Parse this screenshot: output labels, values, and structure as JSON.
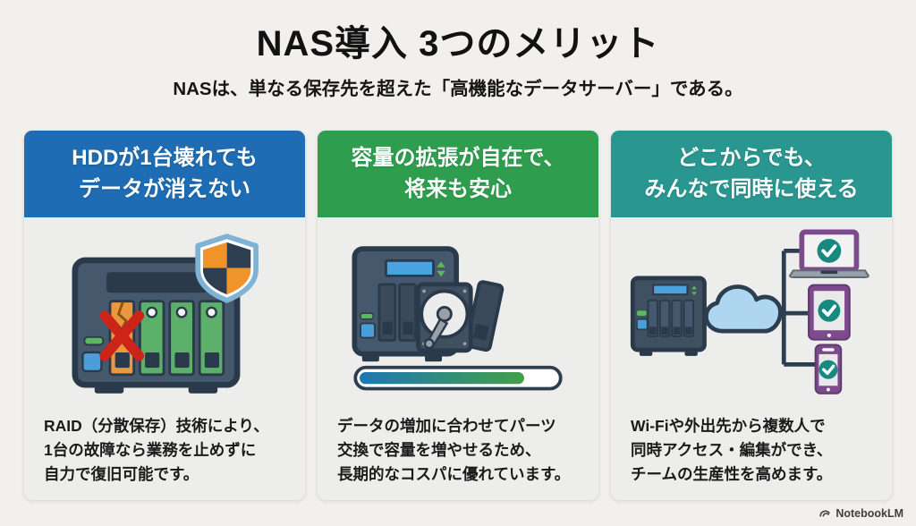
{
  "page": {
    "title": "NAS導入 3つのメリット",
    "subtitle": "NASは、単なる保存先を超えた「高機能なデータサーバー」である。",
    "footer_brand": "NotebookLM"
  },
  "colors": {
    "page_bg": "#f2f0ed",
    "card_bg": "#ededeb",
    "header_blue": "#1e6cb3",
    "header_green": "#2e9e4e",
    "header_teal": "#299690",
    "header_text": "#ffffff",
    "nas_body": "#46586b",
    "nas_dark": "#2a3a4a",
    "bay_green": "#5cb06a",
    "bay_orange": "#e9983f",
    "error_red": "#cc2418",
    "shield_orange": "#f0932b",
    "shield_navy": "#2c3e50",
    "shield_border": "#7fb3d5",
    "lcd_blue": "#4aa3df",
    "led_green": "#5cb85c",
    "button_blue": "#4a9fd8",
    "cloud_blue": "#aed6f1",
    "device_purple": "#7d4a8d",
    "check_teal": "#17897e",
    "progress_start": "#1f77b4",
    "progress_end": "#43a047"
  },
  "cards": [
    {
      "header_lines": [
        "HDDが1台壊れても",
        "データが消えない"
      ],
      "header_color": "#1e6cb3",
      "illustration": "nas-failed-drive-with-shield",
      "desc_lines": [
        "RAID（分散保存）技術により、",
        "1台の故障なら業務を止めずに",
        "自力で復旧可能です。"
      ]
    },
    {
      "header_lines": [
        "容量の拡張が自在で、",
        "将来も安心"
      ],
      "header_color": "#2e9e4e",
      "illustration": "nas-hdd-upgrade-with-progress-bar",
      "progress_percent": 81,
      "desc_lines": [
        "データの増加に合わせてパーツ",
        "交換で容量を増やせるため、",
        "長期的なコスパに優れています。"
      ]
    },
    {
      "header_lines": [
        "どこからでも、",
        "みんなで同時に使える"
      ],
      "header_color": "#299690",
      "illustration": "nas-cloud-multi-device-access",
      "desc_lines": [
        "Wi-Fiや外出先から複数人で",
        "同時アクセス・編集ができ、",
        "チームの生産性を高めます。"
      ]
    }
  ]
}
